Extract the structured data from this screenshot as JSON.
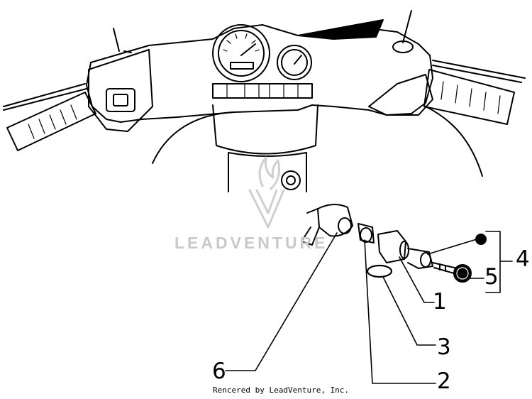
{
  "callouts": {
    "part_1": "1",
    "part_2": "2",
    "part_3": "3",
    "part_4": "4",
    "part_5": "5",
    "part_6": "6"
  },
  "watermark": {
    "brand": "LEADVENTURE"
  },
  "credit": "Rencered by LeadVenture, Inc.",
  "colors": {
    "line": "#000000",
    "watermark": "#c9c9c9",
    "background": "#ffffff"
  }
}
